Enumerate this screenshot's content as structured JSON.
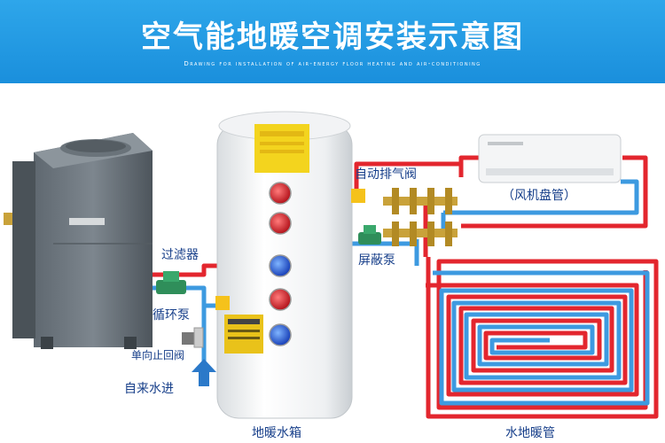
{
  "header": {
    "title": "空气能地暖空调安装示意图",
    "subtitle": "Drawing for installation of air-energy floor heating and air-conditioning"
  },
  "labels": {
    "auto_vent_valve": "自动排气阀",
    "fan_coil": "（风机盘管）",
    "shield_pump": "屏蔽泵",
    "filter": "过滤器",
    "circulation_pump": "循环泵",
    "check_valve": "单向止回阀",
    "tap_water_in": "自来水进",
    "tank": "地暖水箱",
    "floor_pipes": "水地暖管"
  },
  "colors": {
    "header": "#1f96e0",
    "hot_pipe": "#e3262e",
    "cold_pipe": "#3d9ae0",
    "label_text": "#173f8a"
  }
}
